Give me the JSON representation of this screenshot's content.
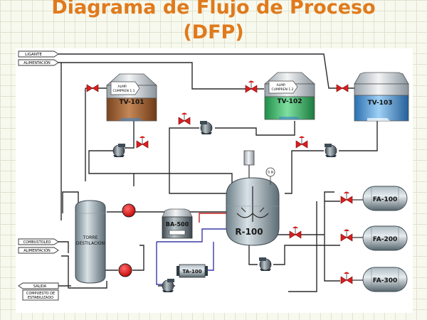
{
  "title": {
    "line1": "Diagrama de Flujo de Proceso",
    "line2": "(DFP)"
  },
  "io_labels": {
    "ligante": "LIGANTE",
    "alimentacion_top": "ALIMENTACIÓN",
    "combustoleo": "COMBUSTOLEO",
    "alimentacion_mid": "ALIMENTACIÓN",
    "salida": "SALIDA",
    "compuesto_line1": "COMPUESTO DE",
    "compuesto_line2": "ESTABILIZADO"
  },
  "tanks": [
    {
      "id": "TV-101",
      "tag_line1": "ALMP.",
      "tag_line2": "CUMPREN 1.1",
      "color": "#9a5a2e"
    },
    {
      "id": "TV-102",
      "tag_line1": "ALMP.",
      "tag_line2": "CUMPREN 1.2",
      "color": "#2eaf5e"
    },
    {
      "id": "TV-103",
      "tag_line1": "",
      "tag_line2": "",
      "color": "#3a86c8"
    }
  ],
  "reactor": {
    "id": "R-100"
  },
  "tower": {
    "line1": "TORRE",
    "line2": "DESTILACION"
  },
  "equipment": {
    "ba": "BA-500",
    "ta": "TA-100"
  },
  "instrument": {
    "label": "TI  PI"
  },
  "storage": [
    "FA-100",
    "FA-200",
    "FA-300"
  ]
}
